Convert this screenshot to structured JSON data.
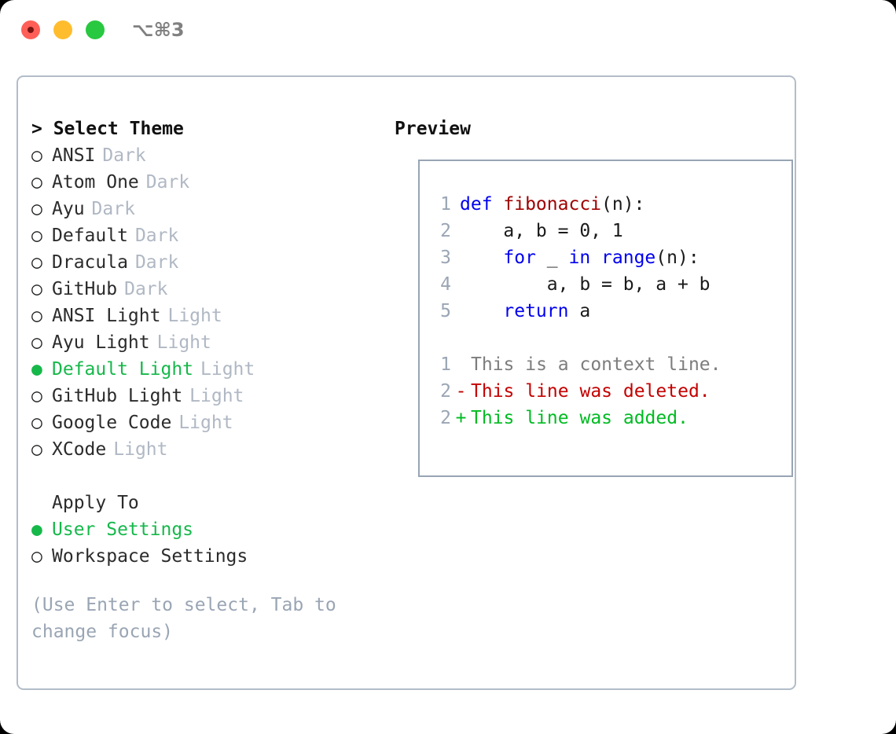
{
  "window": {
    "title": "⌥⌘3",
    "traffic_lights": [
      "close-red",
      "minimize-yellow",
      "maximize-green"
    ]
  },
  "theme_selector": {
    "header": "> Select Theme",
    "items": [
      {
        "marker": "○",
        "label": "ANSI",
        "tag": "Dark",
        "selected": false
      },
      {
        "marker": "○",
        "label": "Atom One",
        "tag": "Dark",
        "selected": false
      },
      {
        "marker": "○",
        "label": "Ayu",
        "tag": "Dark",
        "selected": false
      },
      {
        "marker": "○",
        "label": "Default",
        "tag": "Dark",
        "selected": false
      },
      {
        "marker": "○",
        "label": "Dracula",
        "tag": "Dark",
        "selected": false
      },
      {
        "marker": "○",
        "label": "GitHub",
        "tag": "Dark",
        "selected": false
      },
      {
        "marker": "○",
        "label": "ANSI Light",
        "tag": "Light",
        "selected": false
      },
      {
        "marker": "○",
        "label": "Ayu Light",
        "tag": "Light",
        "selected": false
      },
      {
        "marker": "●",
        "label": "Default Light",
        "tag": "Light",
        "selected": true
      },
      {
        "marker": "○",
        "label": "GitHub Light",
        "tag": "Light",
        "selected": false
      },
      {
        "marker": "○",
        "label": "Google Code",
        "tag": "Light",
        "selected": false
      },
      {
        "marker": "○",
        "label": "XCode",
        "tag": "Light",
        "selected": false
      }
    ]
  },
  "apply_to": {
    "header": "Apply To",
    "items": [
      {
        "marker": "●",
        "label": "User Settings",
        "selected": true
      },
      {
        "marker": "○",
        "label": "Workspace Settings",
        "selected": false
      }
    ]
  },
  "hint": "(Use Enter to select, Tab to change focus)",
  "preview": {
    "header": "Preview",
    "code_lines": [
      {
        "no": "1",
        "tokens": [
          {
            "t": "def ",
            "c": "kw"
          },
          {
            "t": "fibonacci",
            "c": "fn"
          },
          {
            "t": "(n):",
            "c": "pl"
          }
        ]
      },
      {
        "no": "2",
        "tokens": [
          {
            "t": "    a, b = 0, 1",
            "c": "pl"
          }
        ]
      },
      {
        "no": "3",
        "tokens": [
          {
            "t": "    ",
            "c": "pl"
          },
          {
            "t": "for",
            "c": "kw"
          },
          {
            "t": " _ ",
            "c": "pl"
          },
          {
            "t": "in",
            "c": "kw"
          },
          {
            "t": " ",
            "c": "pl"
          },
          {
            "t": "range",
            "c": "kw"
          },
          {
            "t": "(n):",
            "c": "pl"
          }
        ]
      },
      {
        "no": "4",
        "tokens": [
          {
            "t": "        a, b = b, a + b",
            "c": "pl"
          }
        ]
      },
      {
        "no": "5",
        "tokens": [
          {
            "t": "    ",
            "c": "pl"
          },
          {
            "t": "return",
            "c": "kw"
          },
          {
            "t": " a",
            "c": "pl"
          }
        ]
      }
    ],
    "diff_lines": [
      {
        "no": "1",
        "mark": " ",
        "text": "This is a context line.",
        "kind": "ctx"
      },
      {
        "no": "2",
        "mark": "-",
        "text": "This line was deleted.",
        "kind": "del"
      },
      {
        "no": "2",
        "mark": "+",
        "text": "This line was added.",
        "kind": "add"
      }
    ]
  },
  "colors": {
    "selected_green": "#16b84a",
    "tag_grey": "#b0b8c4",
    "hint_grey": "#9aa5b4",
    "keyword_blue": "#0000ee",
    "function_red": "#a00000",
    "diff_add_green": "#00bb22",
    "diff_del_red": "#c40000",
    "border_grey": "#98a4b3"
  }
}
